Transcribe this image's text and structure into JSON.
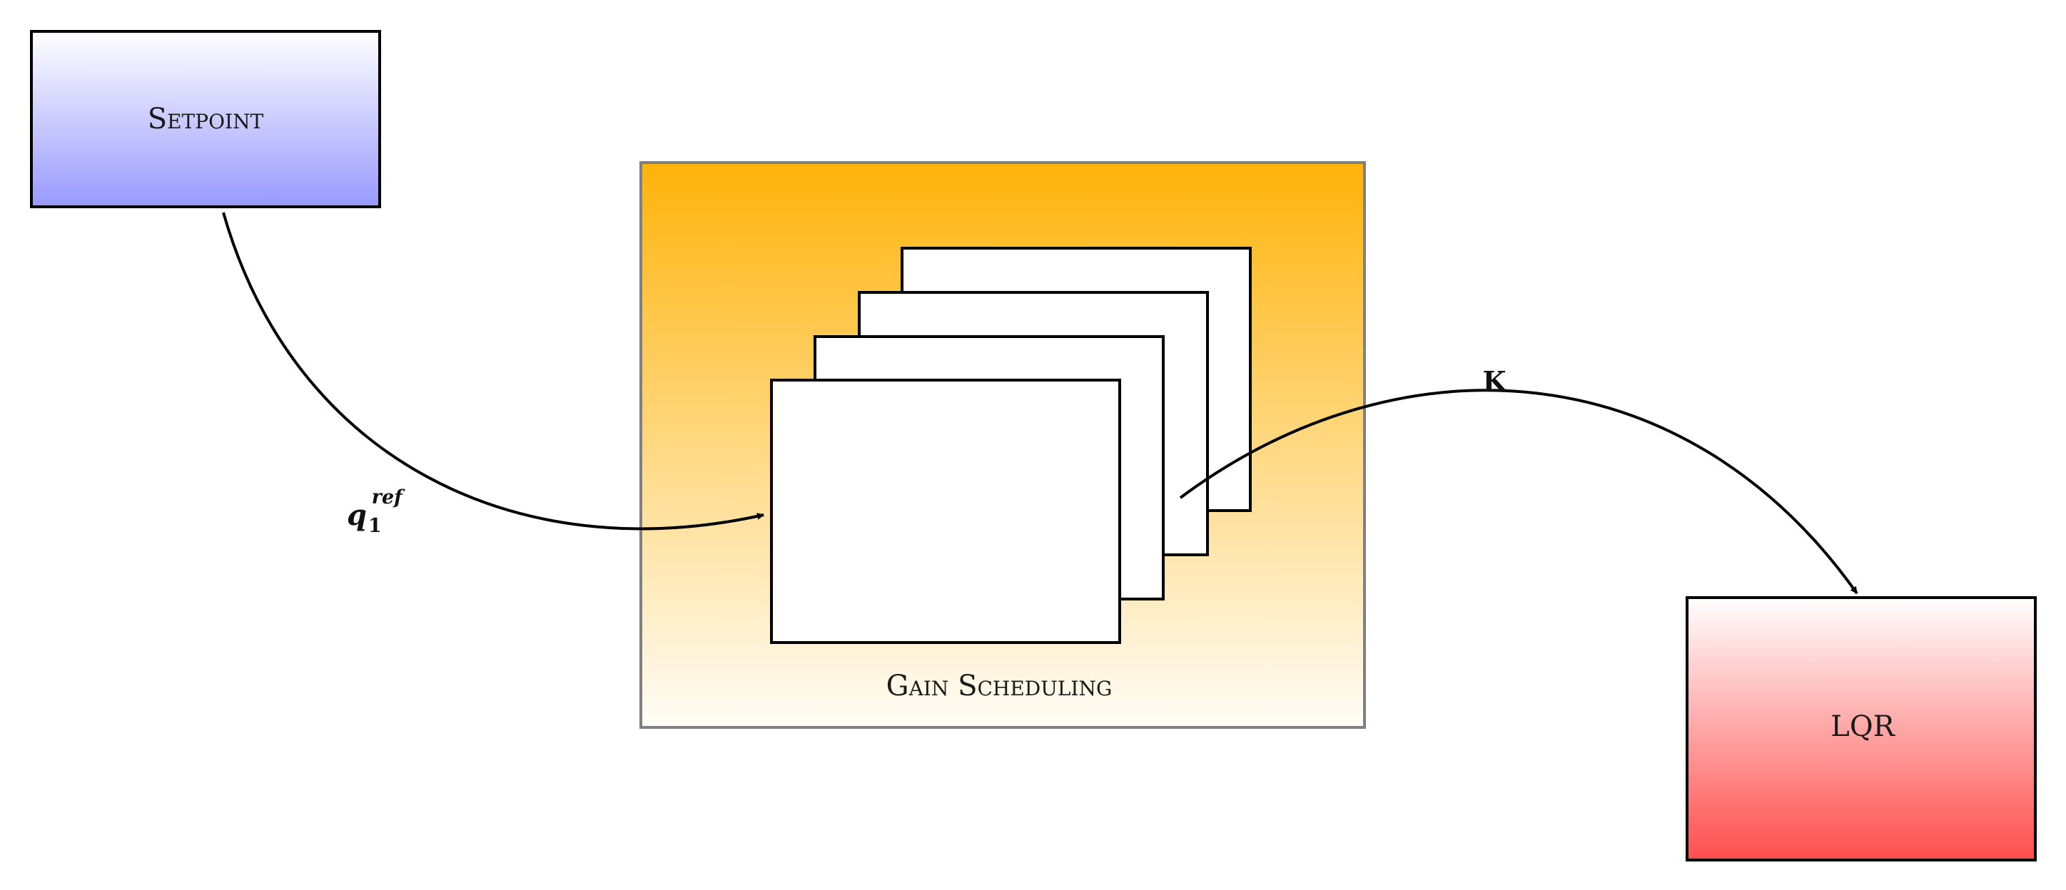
{
  "nodes": {
    "setpoint": {
      "label": "Setpoint",
      "gradient_top": "#ffffff",
      "gradient_bottom": "#9999ff"
    },
    "gain_scheduling": {
      "label": "Gain Scheduling",
      "gradient_top": "#ffb30a",
      "gradient_bottom": "#fffdf8",
      "border": "#808080"
    },
    "lqr": {
      "label": "LQR",
      "gradient_top": "#ffffff",
      "gradient_bottom": "#ff4d4d"
    }
  },
  "edges": {
    "setpoint_to_gain": {
      "label_base": "q",
      "label_sub": "1",
      "label_sup": "ref"
    },
    "gain_to_lqr": {
      "label": "K"
    }
  },
  "colors": {
    "stroke": "#000000",
    "card_fill": "#ffffff"
  }
}
